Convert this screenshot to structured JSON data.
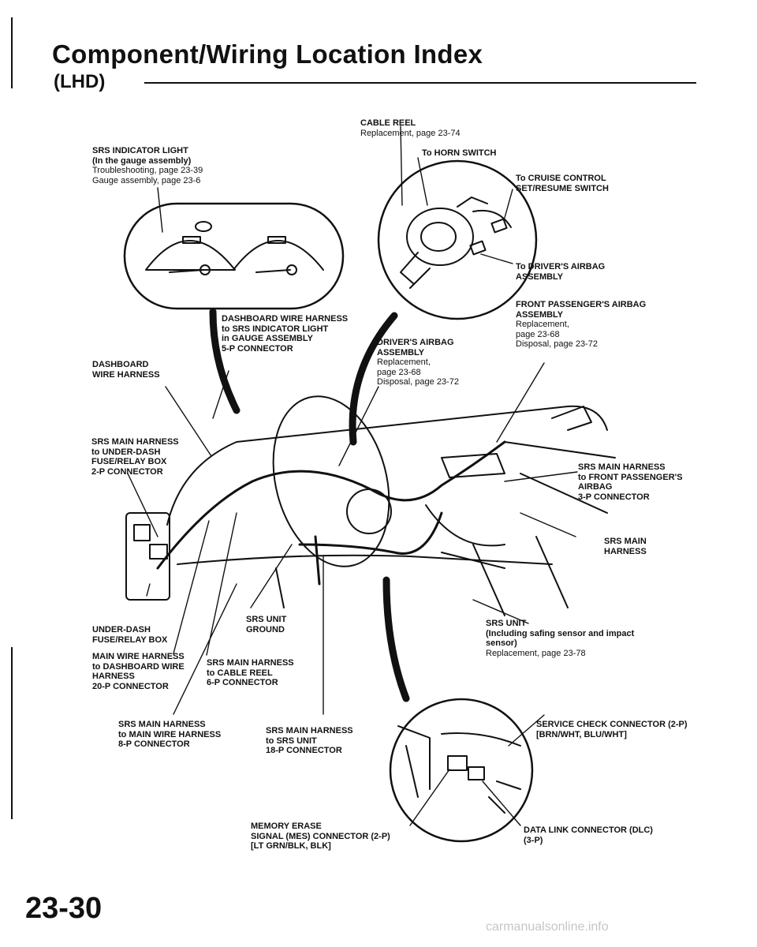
{
  "header": {
    "title": "Component/Wiring Location Index",
    "subtitle": "(LHD)"
  },
  "labels": {
    "cable_reel": {
      "heading": "CABLE REEL",
      "line1": "Replacement, page 23-74"
    },
    "to_horn_switch": {
      "heading": "To HORN SWITCH"
    },
    "srs_indicator_light": {
      "heading": "SRS INDICATOR LIGHT",
      "heading2": "(In the gauge assembly)",
      "line1": "Troubleshooting, page 23-39",
      "line2": "Gauge assembly, page 23-6"
    },
    "to_cruise_control": {
      "heading": "To CRUISE CONTROL",
      "heading2": "SET/RESUME SWITCH"
    },
    "to_drivers_airbag": {
      "heading": "To DRIVER'S AIRBAG",
      "heading2": "ASSEMBLY"
    },
    "front_passenger_airbag": {
      "heading": "FRONT PASSENGER'S AIRBAG",
      "heading2": "ASSEMBLY",
      "line1": "Replacement,",
      "line2": "page 23-68",
      "line3": "Disposal, page 23-72"
    },
    "dashboard_to_indicator": {
      "heading": "DASHBOARD WIRE HARNESS",
      "heading2": "to SRS INDICATOR LIGHT",
      "heading3": "in GAUGE ASSEMBLY",
      "heading4": "5-P CONNECTOR"
    },
    "drivers_airbag": {
      "heading": "DRIVER'S AIRBAG",
      "heading2": "ASSEMBLY",
      "line1": "Replacement,",
      "line2": "page 23-68",
      "line3": "Disposal, page 23-72"
    },
    "dashboard_wire_harness": {
      "heading": "DASHBOARD",
      "heading2": "WIRE HARNESS"
    },
    "srs_main_to_underdash": {
      "heading": "SRS MAIN HARNESS",
      "heading2": "to UNDER-DASH",
      "heading3": "FUSE/RELAY BOX",
      "heading4": "2-P CONNECTOR"
    },
    "srs_main_to_passenger": {
      "heading": "SRS MAIN HARNESS",
      "heading2": "to FRONT PASSENGER'S",
      "heading3": "AIRBAG",
      "heading4": "3-P CONNECTOR"
    },
    "srs_main_harness": {
      "heading": "SRS MAIN",
      "heading2": "HARNESS"
    },
    "underdash_box": {
      "heading": "UNDER-DASH",
      "heading2": "FUSE/RELAY BOX"
    },
    "srs_unit_ground": {
      "heading": "SRS UNIT",
      "heading2": "GROUND"
    },
    "srs_unit": {
      "heading": "SRS UNIT",
      "heading2": "(Including safing sensor and impact",
      "heading3": "sensor)",
      "line1": "Replacement, page 23-78"
    },
    "main_wire_to_dashboard": {
      "heading": "MAIN WIRE HARNESS",
      "heading2": "to DASHBOARD WIRE",
      "heading3": "HARNESS",
      "heading4": "20-P CONNECTOR"
    },
    "srs_main_to_cable_reel": {
      "heading": "SRS MAIN HARNESS",
      "heading2": "to CABLE REEL",
      "heading3": "6-P CONNECTOR"
    },
    "srs_main_to_main_wire": {
      "heading": "SRS MAIN HARNESS",
      "heading2": "to MAIN WIRE HARNESS",
      "heading3": "8-P CONNECTOR"
    },
    "srs_main_to_srs_unit": {
      "heading": "SRS MAIN HARNESS",
      "heading2": "to SRS UNIT",
      "heading3": "18-P CONNECTOR"
    },
    "service_check_connector": {
      "heading": "SERVICE CHECK CONNECTOR (2-P)",
      "heading2": "[BRN/WHT, BLU/WHT]"
    },
    "mes_connector": {
      "heading": "MEMORY ERASE",
      "heading2": "SIGNAL (MES) CONNECTOR (2-P)",
      "heading3": "[LT GRN/BLK, BLK]"
    },
    "dlc_connector": {
      "heading": "DATA LINK CONNECTOR (DLC)",
      "heading2": "(3-P)"
    }
  },
  "footer": {
    "page_number": "23-30",
    "watermark": "carmanualsonline.info"
  }
}
